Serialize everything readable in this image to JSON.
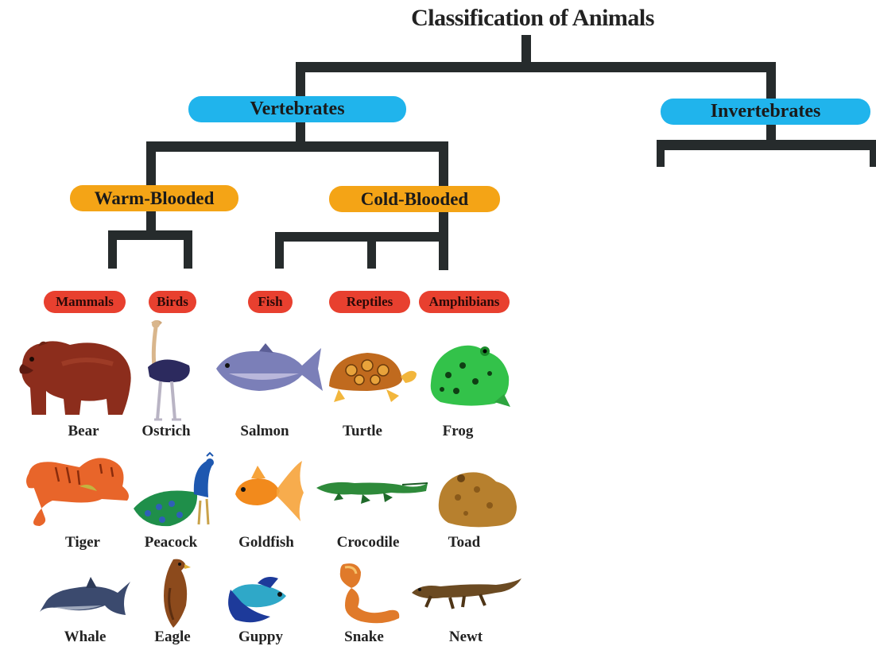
{
  "title": "Classification of Animals",
  "groups": {
    "vertebrates": "Vertebrates",
    "invertebrates": "Invertebrates"
  },
  "subgroups": {
    "warm": "Warm-Blooded",
    "cold": "Cold-Blooded"
  },
  "classes": [
    "Mammals",
    "Birds",
    "Fish",
    "Reptiles",
    "Amphibians"
  ],
  "animals": {
    "mammals": [
      "Bear",
      "Tiger",
      "Whale"
    ],
    "birds": [
      "Ostrich",
      "Peacock",
      "Eagle"
    ],
    "fish": [
      "Salmon",
      "Goldfish",
      "Guppy"
    ],
    "reptiles": [
      "Turtle",
      "Crocodile",
      "Snake"
    ],
    "amphibians": [
      "Frog",
      "Toad",
      "Newt"
    ]
  },
  "colors": {
    "connector": "#262b2c",
    "kingdom_pill": "#20b4ec",
    "blood_pill": "#f4a416",
    "class_pill": "#e8402f"
  }
}
